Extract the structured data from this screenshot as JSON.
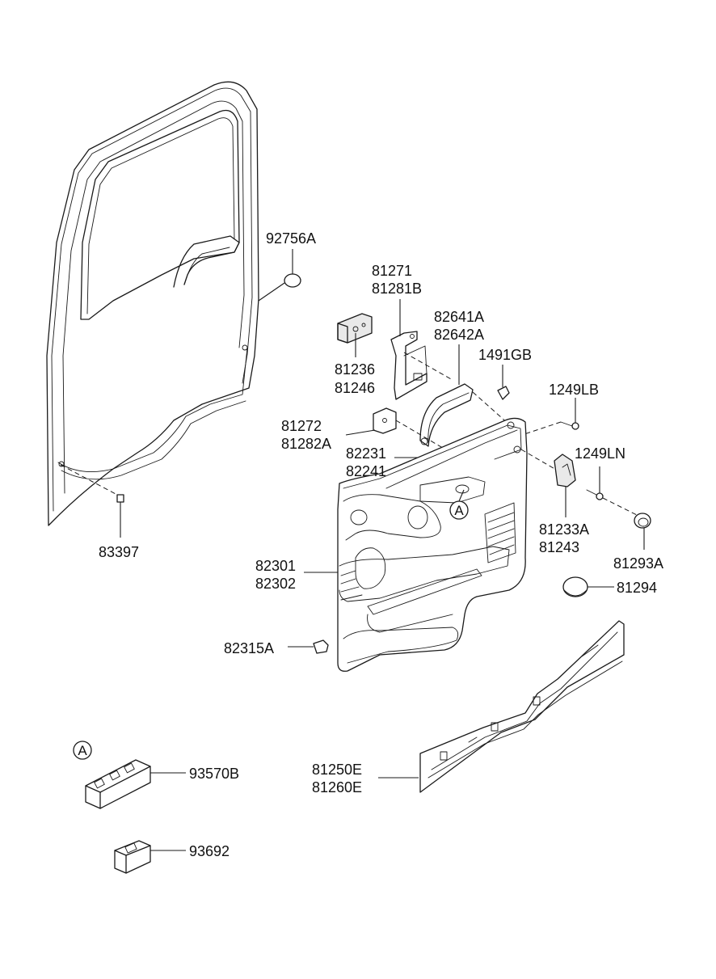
{
  "labels": {
    "p92756A": "92756A",
    "p81271": "81271",
    "p81281B": "81281B",
    "p82641A": "82641A",
    "p82642A": "82642A",
    "p1491GB": "1491GB",
    "p1249LB": "1249LB",
    "p1249LN": "1249LN",
    "p81236": "81236",
    "p81246": "81246",
    "p81272": "81272",
    "p81282A": "81282A",
    "p82231": "82231",
    "p82241": "82241",
    "p81233A": "81233A",
    "p81243": "81243",
    "p81293A": "81293A",
    "p81294": "81294",
    "p82301": "82301",
    "p82302": "82302",
    "p82315A": "82315A",
    "p83397": "83397",
    "p81250E": "81250E",
    "p81260E": "81260E",
    "p93570B": "93570B",
    "p93692": "93692"
  },
  "callouts": {
    "detail_a_on_panel": "A",
    "detail_a_legend": "A"
  }
}
